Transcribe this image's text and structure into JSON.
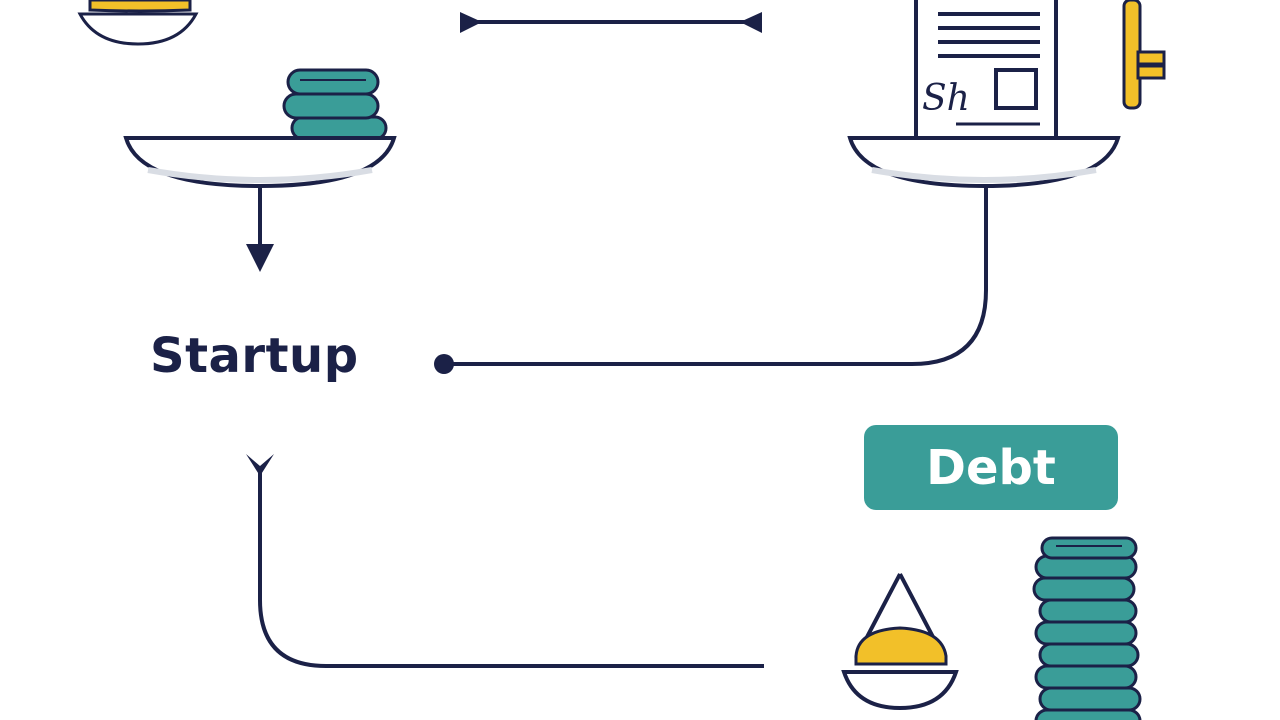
{
  "labels": {
    "startup": "Startup",
    "debt": "Debt",
    "signature": "Sh"
  },
  "colors": {
    "navy": "#1b2147",
    "teal": "#3a9d98",
    "gold": "#f2c029",
    "white": "#ffffff"
  },
  "icons": [
    "scale-pan-icon",
    "coin-stack-icon",
    "contract-document-icon",
    "key-icon",
    "weight-icon"
  ]
}
